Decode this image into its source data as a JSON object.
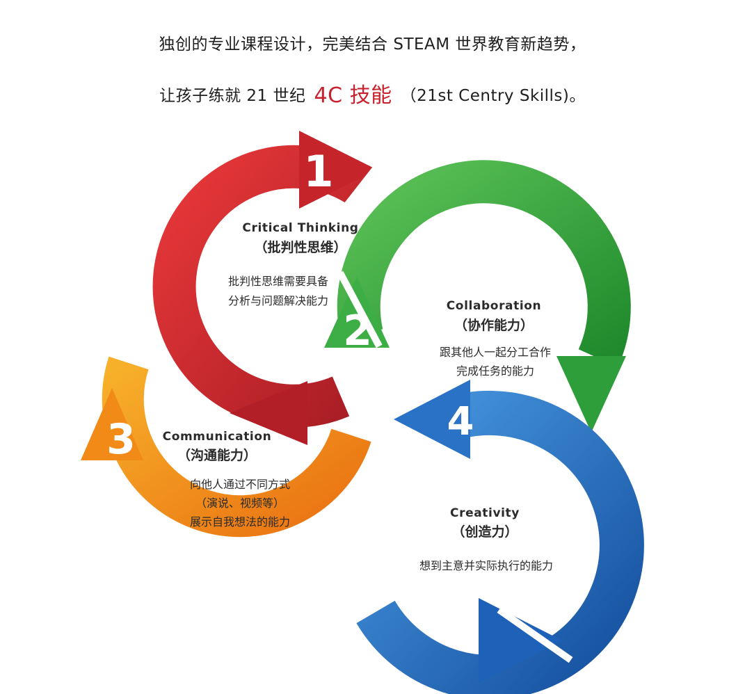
{
  "header": {
    "line1": "独创的专业课程设计，完美结合 STEAM 世界教育新趋势，",
    "line2_prefix": "让孩子练就 21 世纪",
    "line2_accent": "4C 技能",
    "line2_suffix": "（21st Centry Skills)。"
  },
  "skills": [
    {
      "number": "1",
      "title": "Critical Thinking",
      "title_cn": "（批判性思维）",
      "desc": [
        "批判性思维需要具备",
        "分析与问题解决能力"
      ],
      "color": "#d42a2e",
      "color_dark": "#a81d24"
    },
    {
      "number": "2",
      "title": "Collaboration",
      "title_cn": "（协作能力）",
      "desc": [
        "跟其他人一起分工合作",
        "完成任务的能力"
      ],
      "color": "#3cb043",
      "color_dark": "#22902f"
    },
    {
      "number": "3",
      "title": "Communication",
      "title_cn": "（沟通能力）",
      "desc": [
        "向他人通过不同方式",
        "（演说、视频等）",
        "展示自我想法的能力"
      ],
      "color": "#f59a1c",
      "color_dark": "#ec7d14"
    },
    {
      "number": "4",
      "title": "Creativity",
      "title_cn": "（创造力）",
      "desc": [
        "想到主意并实际执行的能力"
      ],
      "color": "#2f7fd1",
      "color_dark": "#1c5fb0"
    }
  ]
}
